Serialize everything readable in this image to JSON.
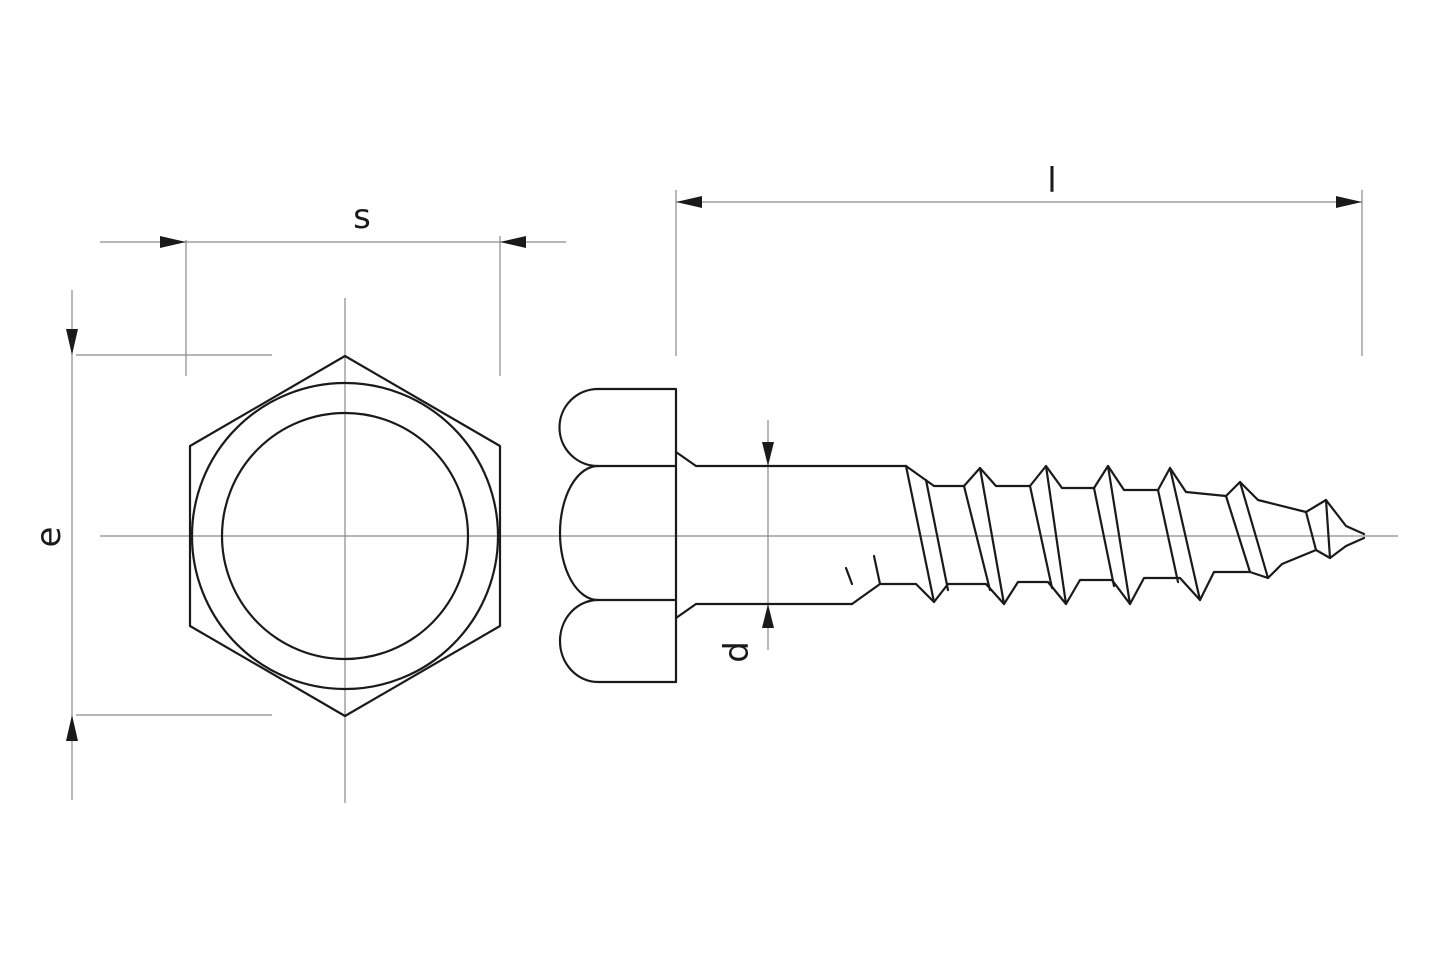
{
  "dimensions": {
    "s": {
      "label": "s"
    },
    "l": {
      "label": "l"
    },
    "e": {
      "label": "e"
    },
    "d": {
      "label": "d"
    }
  },
  "colors": {
    "line": "#1a1a1a",
    "centerline": "#8a8a8a",
    "background": "#ffffff"
  }
}
